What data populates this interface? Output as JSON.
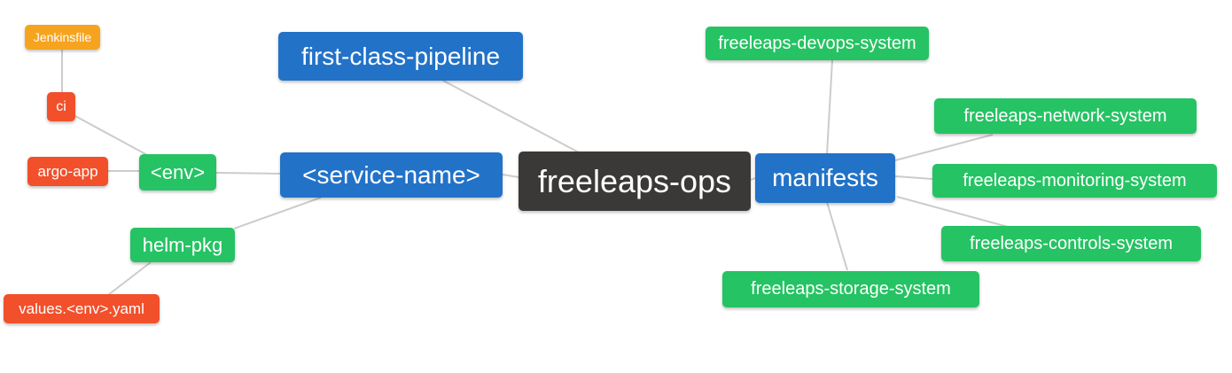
{
  "palette": {
    "blue": "#2272C8",
    "green": "#25C363",
    "dark": "#3B3937",
    "red": "#F1502B",
    "orange": "#F6A41F",
    "edge": "#CCCCCC",
    "text": "#FFFFFF"
  },
  "nodes": [
    {
      "id": "freeleaps-ops",
      "label": "freeleaps-ops",
      "color": "dark"
    },
    {
      "id": "first-class-pipeline",
      "label": "first-class-pipeline",
      "color": "blue"
    },
    {
      "id": "service-name",
      "label": "<service-name>",
      "color": "blue"
    },
    {
      "id": "manifests",
      "label": "manifests",
      "color": "blue"
    },
    {
      "id": "env",
      "label": "<env>",
      "color": "green"
    },
    {
      "id": "helm-pkg",
      "label": "helm-pkg",
      "color": "green"
    },
    {
      "id": "argo-app",
      "label": "argo-app",
      "color": "red"
    },
    {
      "id": "ci",
      "label": "ci",
      "color": "red"
    },
    {
      "id": "jenkinsfile",
      "label": "Jenkinsfile",
      "color": "orange"
    },
    {
      "id": "values-env-yaml",
      "label": "values.<env>.yaml",
      "color": "red"
    },
    {
      "id": "freeleaps-devops-system",
      "label": "freeleaps-devops-system",
      "color": "green"
    },
    {
      "id": "freeleaps-network-system",
      "label": "freeleaps-network-system",
      "color": "green"
    },
    {
      "id": "freeleaps-monitoring-system",
      "label": "freeleaps-monitoring-system",
      "color": "green"
    },
    {
      "id": "freeleaps-controls-system",
      "label": "freeleaps-controls-system",
      "color": "green"
    },
    {
      "id": "freeleaps-storage-system",
      "label": "freeleaps-storage-system",
      "color": "green"
    }
  ],
  "edges": [
    {
      "from": "jenkinsfile",
      "to": "ci"
    },
    {
      "from": "ci",
      "to": "env"
    },
    {
      "from": "argo-app",
      "to": "env"
    },
    {
      "from": "env",
      "to": "service-name"
    },
    {
      "from": "service-name",
      "to": "helm-pkg"
    },
    {
      "from": "helm-pkg",
      "to": "values-env-yaml"
    },
    {
      "from": "first-class-pipeline",
      "to": "freeleaps-ops"
    },
    {
      "from": "service-name",
      "to": "freeleaps-ops"
    },
    {
      "from": "freeleaps-ops",
      "to": "manifests"
    },
    {
      "from": "manifests",
      "to": "freeleaps-devops-system"
    },
    {
      "from": "manifests",
      "to": "freeleaps-network-system"
    },
    {
      "from": "manifests",
      "to": "freeleaps-monitoring-system"
    },
    {
      "from": "manifests",
      "to": "freeleaps-controls-system"
    },
    {
      "from": "manifests",
      "to": "freeleaps-storage-system"
    }
  ]
}
